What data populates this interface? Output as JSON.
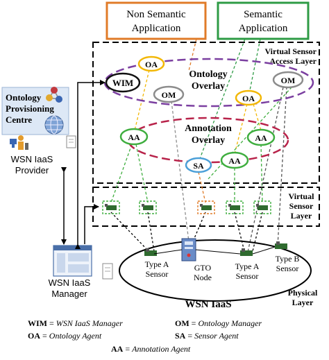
{
  "colors": {
    "non_semantic": "#e07b28",
    "semantic": "#2e9b45",
    "ontology_overlay": "#7b3fa0",
    "annotation_overlay": "#b8234a",
    "oa_node": "#f2b705",
    "om_node": "#8c8c8c",
    "aa_node": "#3fae3f",
    "sa_node": "#4a9fd8",
    "wim_node": "#111111"
  },
  "apps": {
    "non_semantic": [
      "Non Semantic",
      "Application"
    ],
    "semantic": [
      "Semantic",
      "Application"
    ]
  },
  "layers": {
    "virtual_access": [
      "Virtual Sensor",
      "Access Layer"
    ],
    "virtual_sensor": [
      "Virtual",
      "Sensor",
      "Layer"
    ],
    "physical": [
      "Physical",
      "Layer"
    ]
  },
  "overlays": {
    "ontology": [
      "Ontology",
      "Overlay"
    ],
    "annotation": [
      "Annotation",
      "Overlay"
    ]
  },
  "nodes": {
    "wim": "WIM",
    "oa": "OA",
    "om": "OM",
    "aa": "AA",
    "sa": "SA"
  },
  "provisioning": {
    "title": [
      "Ontology",
      "Provisioning",
      "Centre"
    ],
    "provider": [
      "WSN IaaS",
      "Provider"
    ]
  },
  "manager": [
    "WSN IaaS",
    "Manager"
  ],
  "iaas": {
    "title": "WSN IaaS",
    "type_a_left": [
      "Type A",
      "Sensor"
    ],
    "gto": [
      "GTO",
      "Node"
    ],
    "type_a_right": [
      "Type A",
      "Sensor"
    ],
    "type_b": [
      "Type B",
      "Sensor"
    ]
  },
  "legend": {
    "wim": {
      "abbr": "WIM",
      "eq": " = ",
      "desc": "WSN IaaS Manager"
    },
    "om": {
      "abbr": "OM",
      "eq": " = ",
      "desc": "Ontology Manager"
    },
    "oa": {
      "abbr": "OA",
      "eq": " = ",
      "desc": "Ontology Agent"
    },
    "sa": {
      "abbr": "SA",
      "eq": " = ",
      "desc": "Sensor Agent"
    },
    "aa": {
      "abbr": "AA",
      "eq": " = ",
      "desc": "Annotation Agent"
    }
  }
}
